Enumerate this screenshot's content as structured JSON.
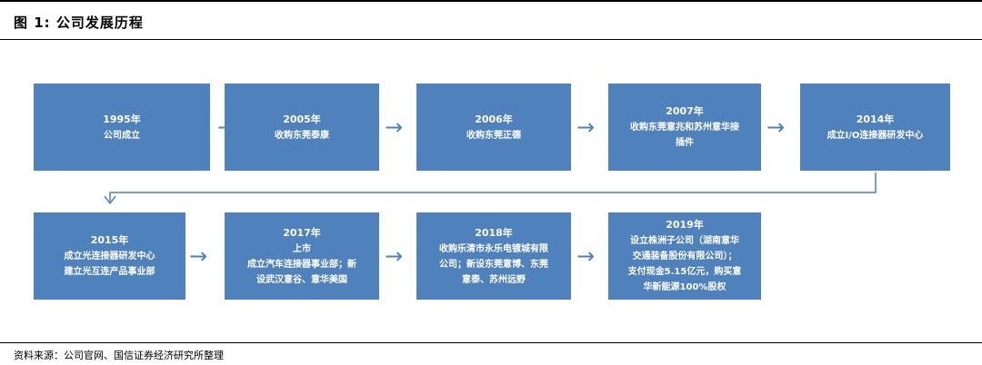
{
  "title": "图 1:  公司发展历程",
  "source": "资料来源：公司官网、国信证券经济研究所整理",
  "colors": {
    "box": "#4f81bd",
    "text": "#ffffff"
  },
  "timeline": [
    {
      "year": "1995年",
      "lines": [
        "公司成立"
      ]
    },
    {
      "year": "2005年",
      "lines": [
        "收购东莞泰康"
      ]
    },
    {
      "year": "2006年",
      "lines": [
        "收购东莞正德"
      ]
    },
    {
      "year": "2007年",
      "lines": [
        "收购东莞意兆和苏州意华接",
        "插件"
      ]
    },
    {
      "year": "2014年",
      "lines": [
        "成立I/O连接器研发中心"
      ]
    },
    {
      "year": "2015年",
      "lines": [
        "成立光连接器研发中心",
        "建立光互连产品事业部"
      ]
    },
    {
      "year": "2017年",
      "lines": [
        "上市",
        "成立汽车连接器事业部；新",
        "设武汉意谷、意华美国"
      ]
    },
    {
      "year": "2018年",
      "lines": [
        "收购乐清市永乐电镀城有限",
        "公司；新设东莞意博、东莞",
        "意泰、苏州远野"
      ]
    },
    {
      "year": "2019年",
      "lines": [
        "设立株洲子公司（湖南意华",
        "交通装备股份有限公司）；",
        "支付现金5.15亿元，购买意",
        "华新能源100%股权"
      ]
    }
  ]
}
